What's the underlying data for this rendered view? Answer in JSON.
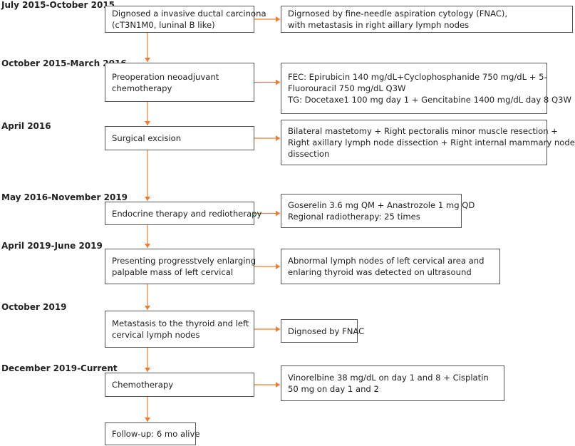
{
  "accent_color": "#ee7d31",
  "timeline": [
    {
      "period": "July 2015-October 2015",
      "event": [
        "Dignosed a invasive ductal carcinona",
        "(cT3N1M0, luninal B like)"
      ],
      "detail": [
        "Digrnosed by fine-needle aspiration cytology (FNAC),",
        "with metastasis in right aillary lymph nodes"
      ]
    },
    {
      "period": "October 2015-March 2016",
      "event": [
        "Preoperation neoadjuvant",
        "chemotherapy"
      ],
      "detail": [
        "FEC: Epirubicin 140 mg/dL+Cyclophosphanide 750 mg/dL + 5-",
        "Fluorouracil 750 mg/dL Q3W",
        "TG: Docetaxe1 100 mg day 1 + Gencitabine 1400 mg/dL day 8 Q3W"
      ]
    },
    {
      "period": "April 2016",
      "event": [
        "Surgical excision"
      ],
      "detail": [
        "Bilateral mastetomy + Right pectoralis minor muscle resection +",
        "Right axillary lymph node dissection + Right internal mammary node",
        "dissection"
      ]
    },
    {
      "period": "May 2016-November 2019",
      "event": [
        "Endocrine therapy and rediotherapy"
      ],
      "detail": [
        "Goserelin 3.6 mg QM + Anastrozole 1 mg QD",
        "Regional radiotherapy: 25 times"
      ]
    },
    {
      "period": "April 2019-June 2019",
      "event": [
        "Presenting progresstvely enlarging",
        "palpable mass of left cervical"
      ],
      "detail": [
        "Abnormal lymph nodes of left cervical area and",
        "enlaring thyroid was detected on ultrasound"
      ]
    },
    {
      "period": "October 2019",
      "event": [
        "Metastasis to the thyroid and left",
        "cervical lymph nodes"
      ],
      "detail": [
        "Dignosed by FNAC"
      ]
    },
    {
      "period": "December 2019-Current",
      "event": [
        "Chemotherapy"
      ],
      "detail": [
        "Vinorelbine 38 mg/dL on day 1 and 8 + Cisplatin",
        "50 mg on day 1 and 2"
      ]
    }
  ],
  "final": [
    "Follow-up: 6 mo alive"
  ]
}
